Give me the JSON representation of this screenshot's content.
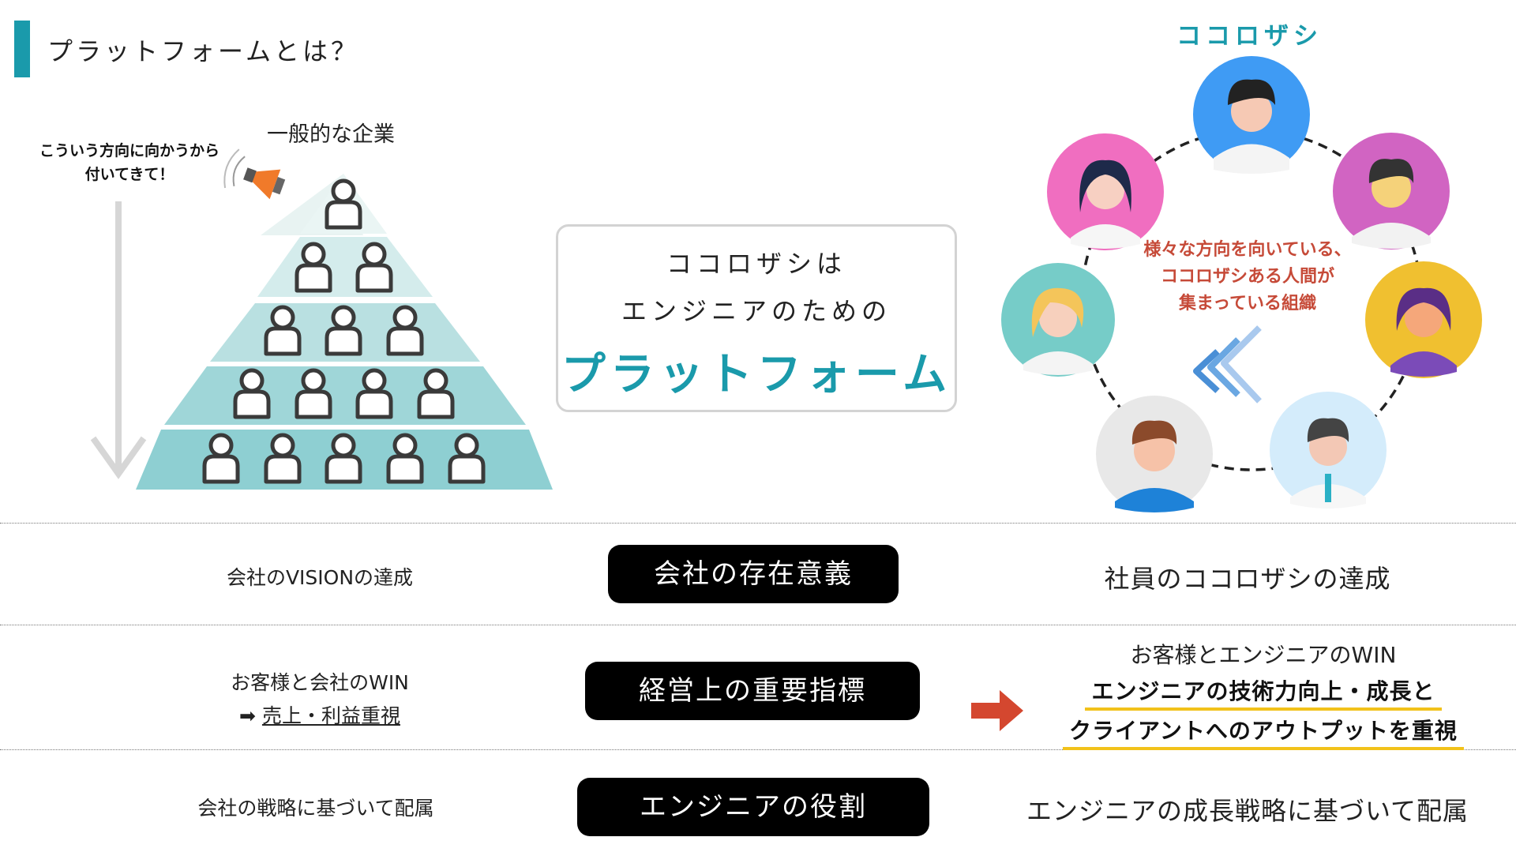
{
  "header": {
    "title": "プラットフォームとは？"
  },
  "left_diagram": {
    "label": "一般的な企業",
    "callout_line1": "こういう方向に向かうから",
    "callout_line2": "付いてきて！"
  },
  "center": {
    "line1": "ココロザシは",
    "line2": "エンジニアのための",
    "big": "プラットフォーム"
  },
  "right_diagram": {
    "title": "ココロザシ",
    "text_line1": "様々な方向を向いている、",
    "text_line2": "ココロザシある人間が",
    "text_line3": "集まっている組織"
  },
  "rows": [
    {
      "left": "会社のVISIONの達成",
      "pill": "会社の存在意義",
      "right": "社員のココロザシの達成"
    },
    {
      "left_line1": "お客様と会社のWIN",
      "left_arrow": "➡",
      "left_line2": "売上・利益重視",
      "pill": "経営上の重要指標",
      "right_line1": "お客様とエンジニアのWIN",
      "right_line2": "エンジニアの技術力向上・成長と",
      "right_line3": "クライアントへのアウトプットを重視"
    },
    {
      "left": "会社の戦略に基づいて配属",
      "pill": "エンジニアの役割",
      "right": "エンジニアの成長戦略に基づいて配属"
    }
  ],
  "colors": {
    "accent": "#1a9aab",
    "highlight": "#f2c21a",
    "arrow": "#d4472f"
  }
}
